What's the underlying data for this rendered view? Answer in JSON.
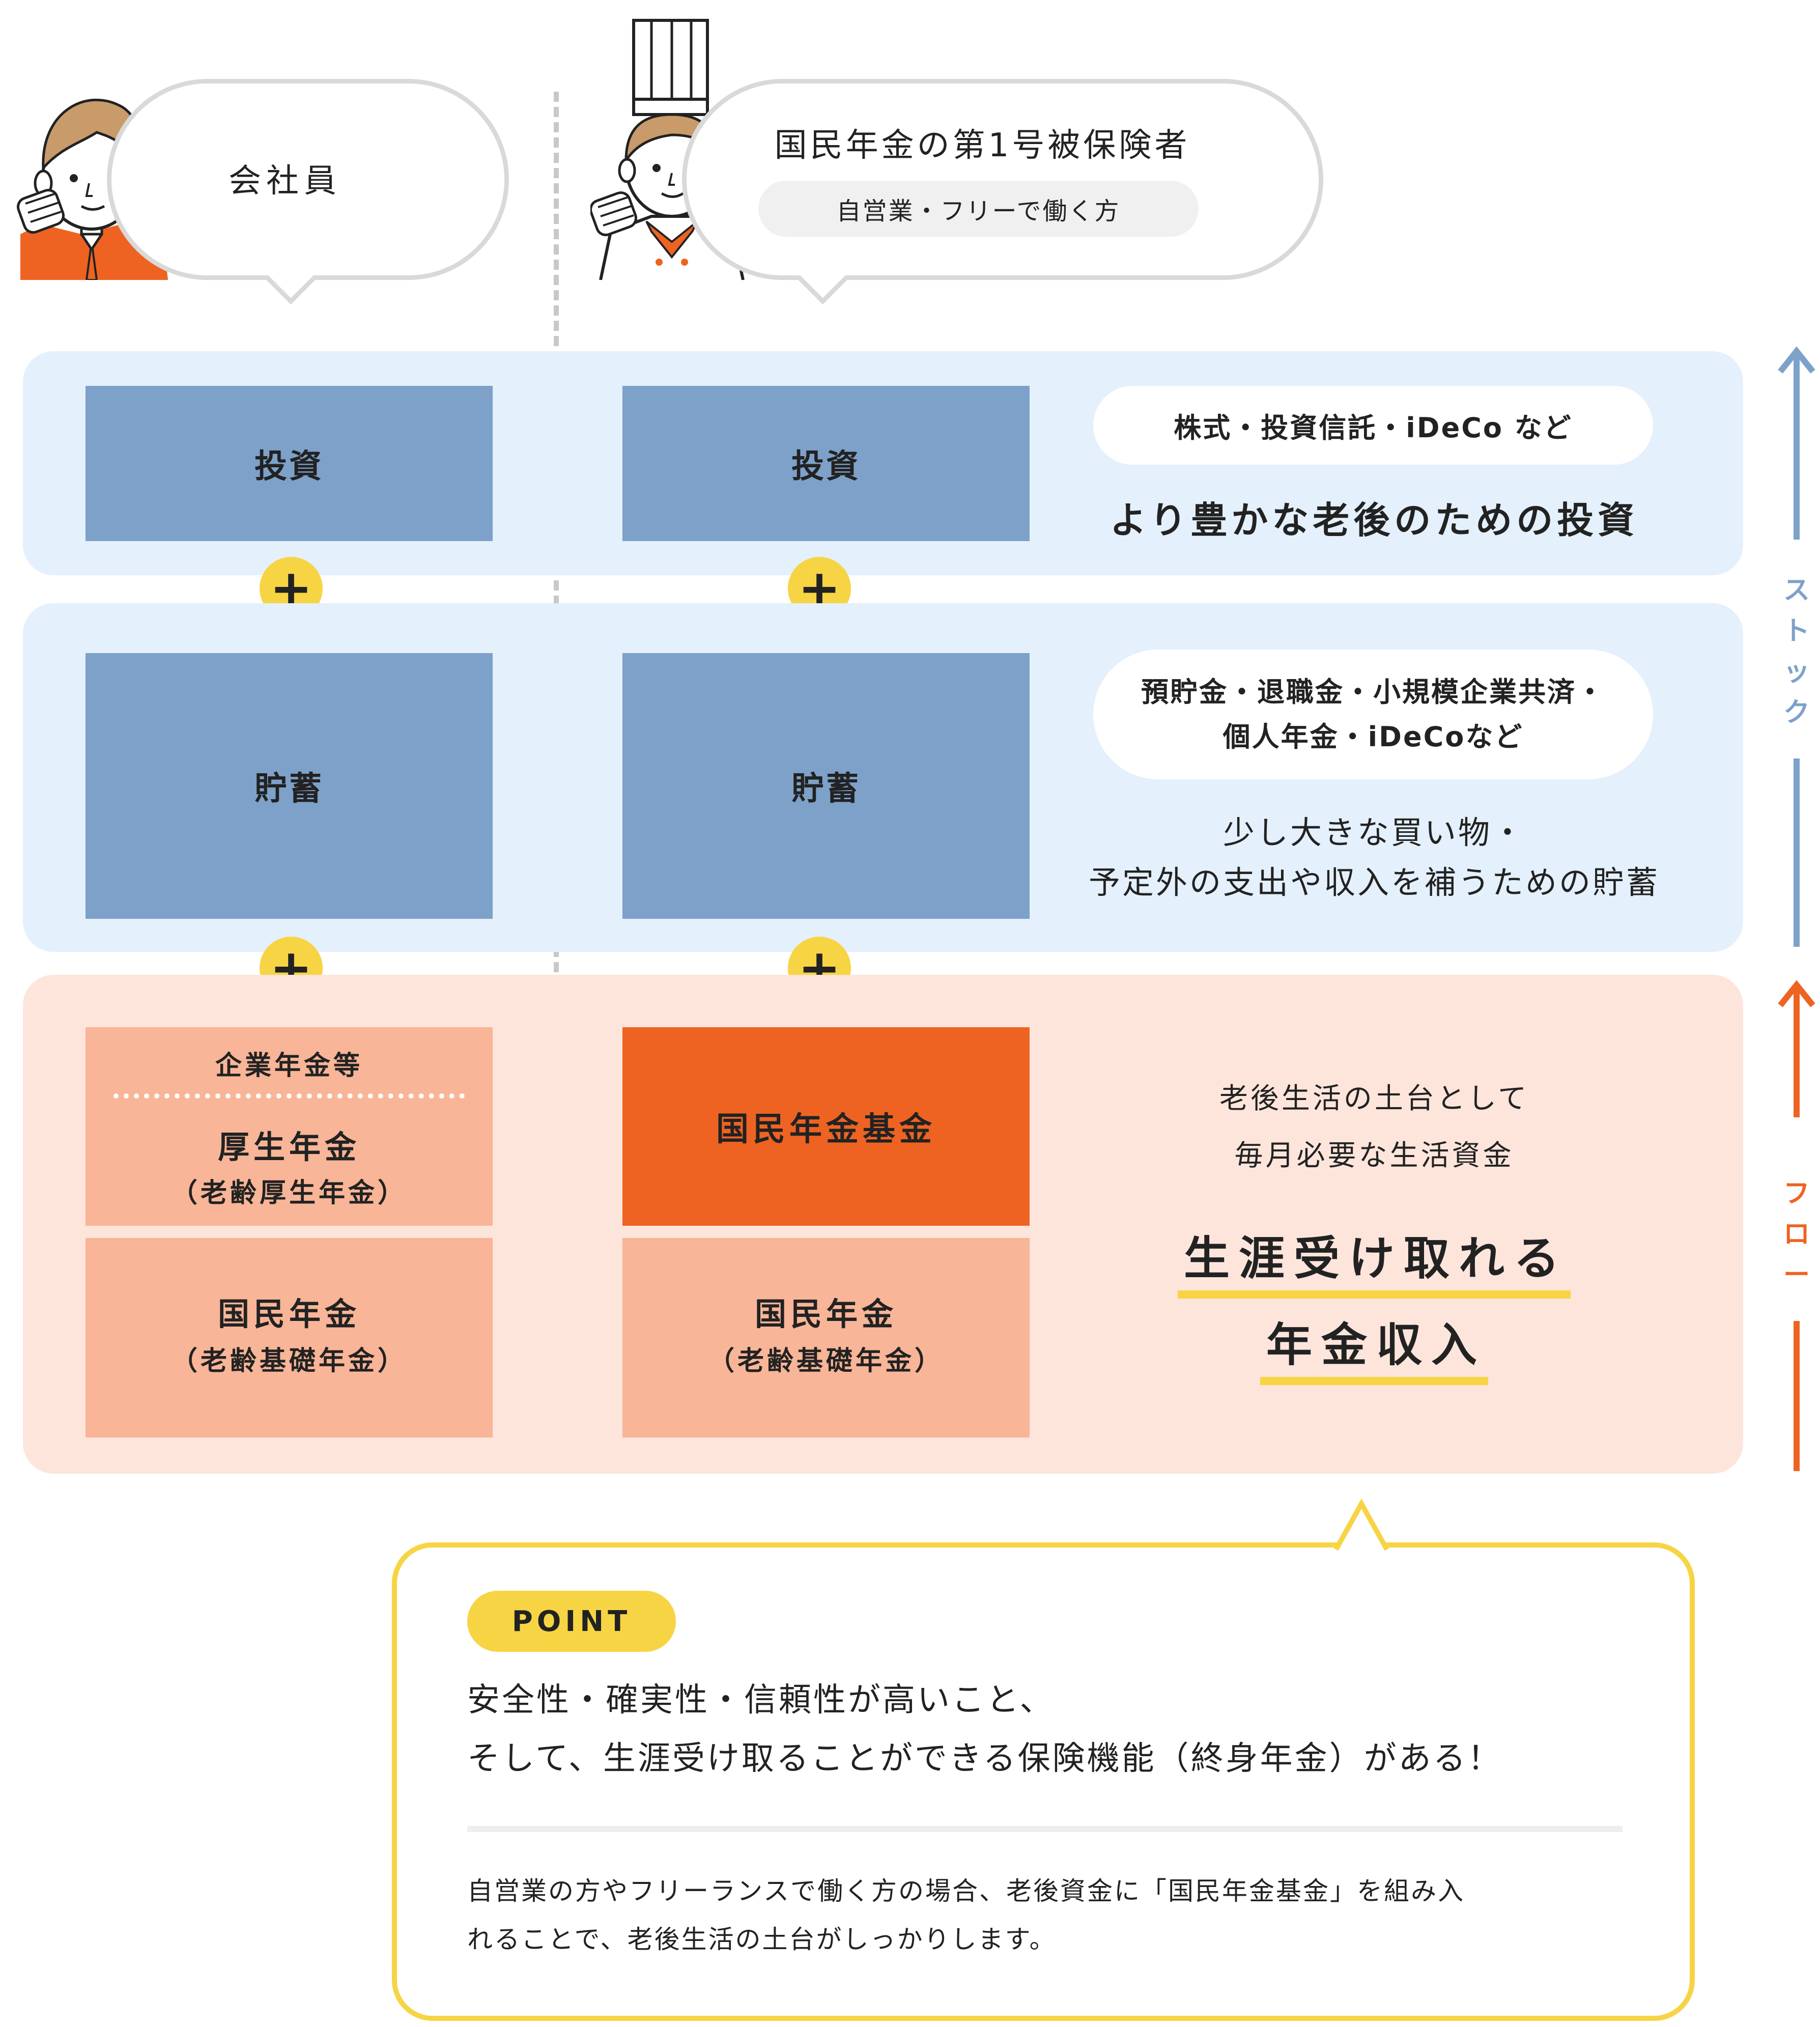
{
  "header": {
    "left_bubble": {
      "title": "会社員"
    },
    "right_bubble": {
      "title": "国民年金の第1号被保険者",
      "subtitle": "自営業・フリーで働く方"
    }
  },
  "stock_band": {
    "investment": {
      "left_label": "投資",
      "right_label": "投資",
      "examples": "株式・投資信託・iDeCo など",
      "description": "より豊かな老後のための投資"
    },
    "savings": {
      "left_label": "貯蓄",
      "right_label": "貯蓄",
      "examples_line1": "預貯金・退職金・小規模企業共済・",
      "examples_line2": "個人年金・iDeCoなど",
      "description_line1": "少し大きな買い物・",
      "description_line2": "予定外の支出や収入を補うための貯蓄"
    }
  },
  "flow_band": {
    "left": {
      "corporate_pension": "企業年金等",
      "welfare_pension": "厚生年金",
      "welfare_pension_sub": "（老齢厚生年金）",
      "national_pension": "国民年金",
      "national_pension_sub": "（老齢基礎年金）"
    },
    "right": {
      "fund": "国民年金基金",
      "national_pension": "国民年金",
      "national_pension_sub": "（老齢基礎年金）"
    },
    "description_line1": "老後生活の土台として",
    "description_line2": "毎月必要な生活資金",
    "highlight_line1": "生涯受け取れる",
    "highlight_line2": "年金収入"
  },
  "plus_symbol": "+",
  "side_axis": {
    "stock_label": [
      "ス",
      "ト",
      "ッ",
      "ク"
    ],
    "flow_label": [
      "フ",
      "ロ",
      "ー"
    ]
  },
  "point_box": {
    "badge": "POINT",
    "headline_line1": "安全性・確実性・信頼性が高いこと、",
    "headline_line2": "そして、生涯受け取ることができる保険機能（終身年金）がある！",
    "body_line1": "自営業の方やフリーランスで働く方の場合、老後資金に「国民年金基金」を組み入",
    "body_line2": "れることで、老後生活の土台がしっかりします。"
  },
  "colors": {
    "stock_blue": "#7da1c9",
    "band_blue": "#e4f0fb",
    "band_pink": "#fde5dc",
    "salmon": "#f8b597",
    "orange": "#ee6322",
    "yellow": "#f7d443",
    "divider_gray": "#c8c8c8"
  }
}
